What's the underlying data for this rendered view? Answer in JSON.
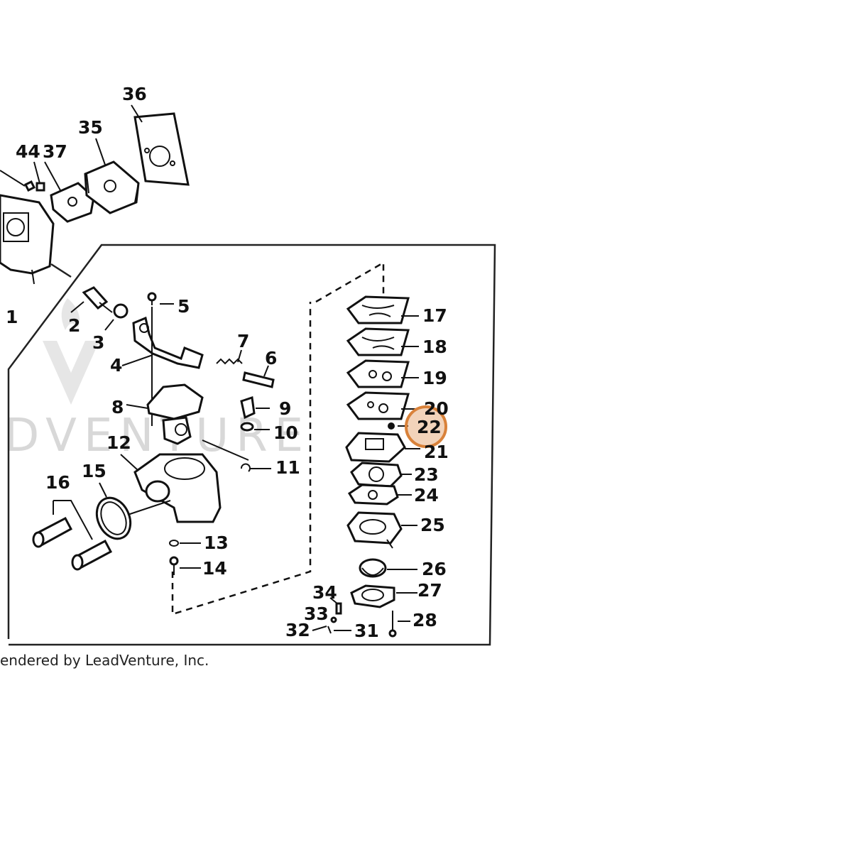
{
  "diagram": {
    "credit": "endered by LeadVenture, Inc.",
    "watermark": "DVENTURE",
    "highlight_color": "#d9823a",
    "part_numbers": {
      "p1": "1",
      "p2": "2",
      "p3": "3",
      "p4": "4",
      "p5": "5",
      "p6": "6",
      "p7": "7",
      "p8": "8",
      "p9": "9",
      "p10": "10",
      "p11": "11",
      "p12": "12",
      "p13": "13",
      "p14": "14",
      "p15": "15",
      "p16": "16",
      "p17": "17",
      "p18": "18",
      "p19": "19",
      "p20": "20",
      "p21": "21",
      "p22": "22",
      "p23": "23",
      "p24": "24",
      "p25": "25",
      "p26": "26",
      "p27": "27",
      "p28": "28",
      "p31": "31",
      "p32": "32",
      "p33": "33",
      "p34": "34",
      "p35": "35",
      "p36": "36",
      "p37": "37",
      "p44": "44"
    }
  }
}
